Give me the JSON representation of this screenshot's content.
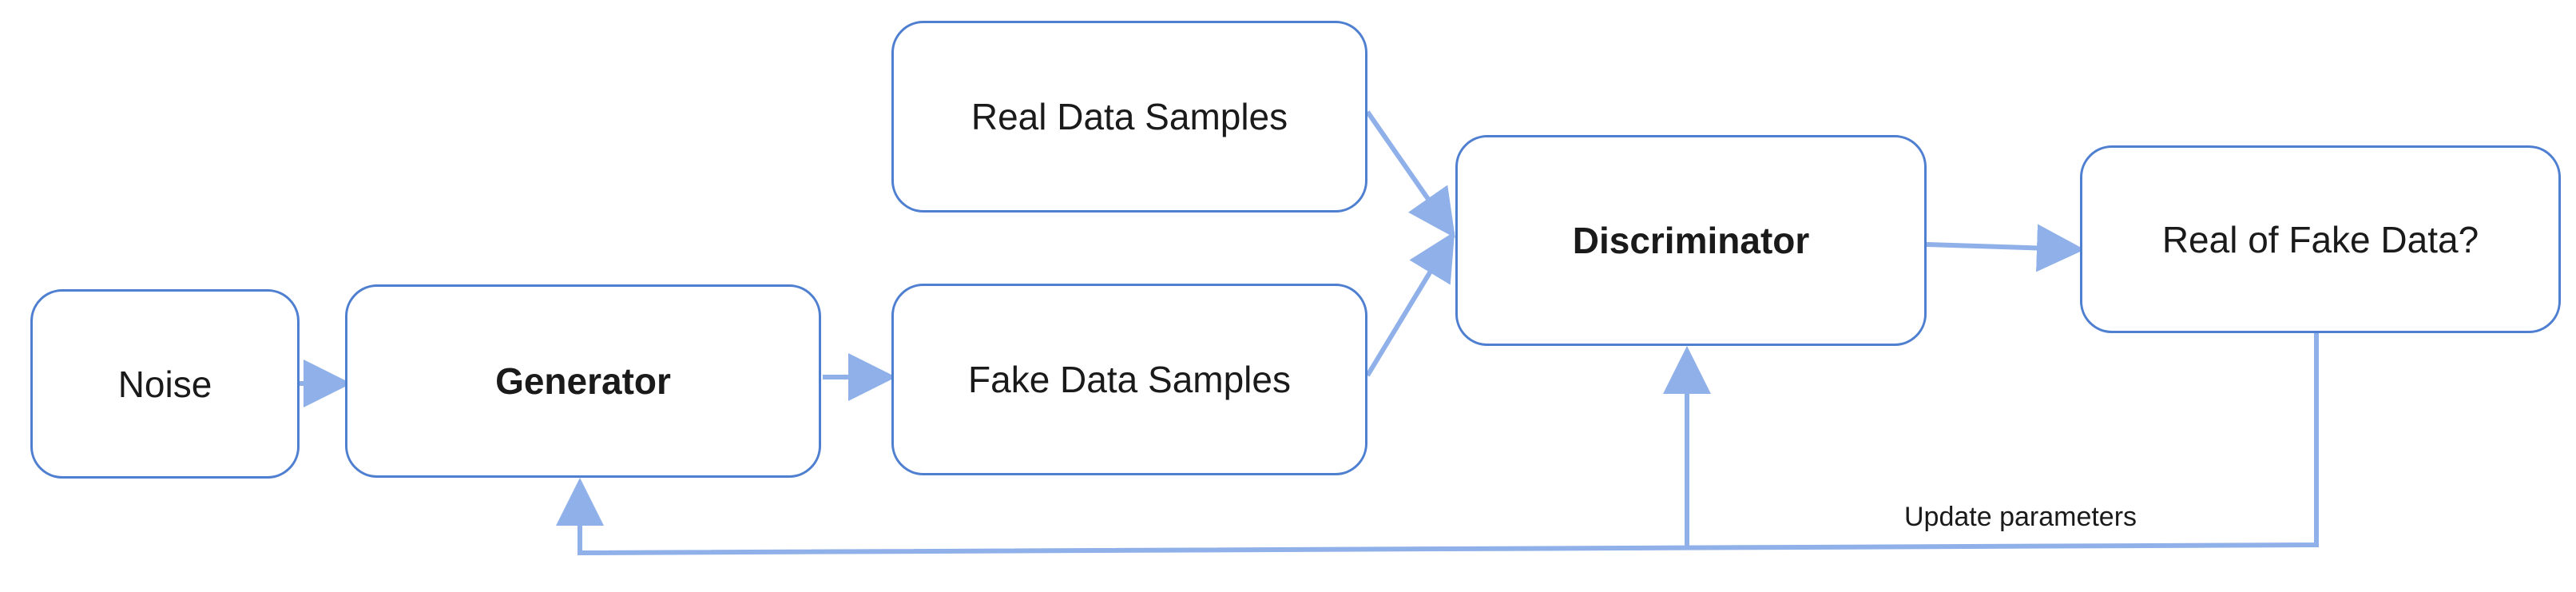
{
  "diagram": {
    "nodes": {
      "noise": "Noise",
      "generator": "Generator",
      "real_samples": "Real Data Samples",
      "fake_samples": "Fake Data Samples",
      "discriminator": "Discriminator",
      "output": "Real of Fake Data?"
    },
    "feedback_label": "Update parameters",
    "colors": {
      "border": "#4f7fd0",
      "arrow": "#8fb0e8",
      "text": "#1a1a1a"
    }
  }
}
